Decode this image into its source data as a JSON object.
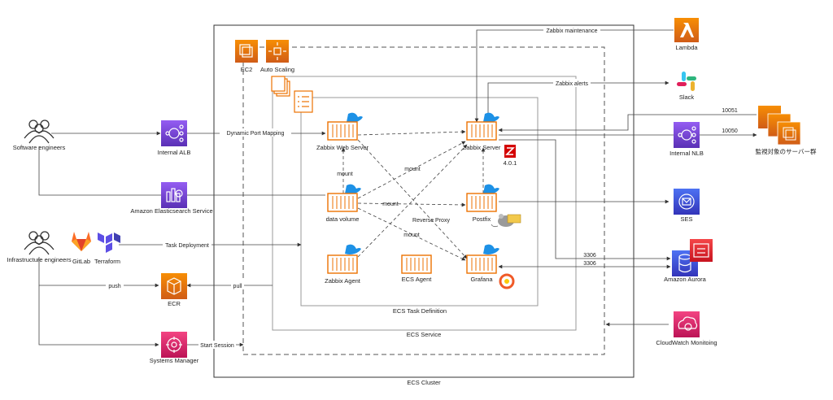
{
  "actors": {
    "software_engineers": "Software engineers",
    "infrastructure_engineers": "Infrastructure engineers",
    "gitlab": "GitLab",
    "terraform": "Terraform"
  },
  "services": {
    "internal_alb": "Internal ALB",
    "elasticsearch": "Amazon Elasticsearch Service",
    "ecr": "ECR",
    "systems_manager": "Systems Manager",
    "ec2": "EC2",
    "auto_scaling": "Auto Scaling",
    "lambda": "Lambda",
    "slack": "Slack",
    "internal_nlb": "Internal NLB",
    "monitored_servers": "監視対象のサーバー群",
    "ses": "SES",
    "aurora": "Amazon Aurora",
    "cloudwatch": "CloudWatch Monitoing"
  },
  "containers": {
    "zabbix_web": "Zabbix Web Server",
    "zabbix_server": "Zabbix Server",
    "zabbix_version": "4.0.1",
    "data_volume": "data volume",
    "postfix": "Postfix",
    "zabbix_agent": "Zabbix Agent",
    "ecs_agent": "ECS Agent",
    "grafana": "Grafana"
  },
  "groups": {
    "ecs_cluster": "ECS Cluster",
    "ecs_service": "ECS Service",
    "ecs_task_definition": "ECS Task Definition"
  },
  "edges": {
    "dynamic_port_mapping": "Dynamic Port Mapping",
    "task_deployment": "Task Deployment",
    "push": "push",
    "pull": "pull",
    "start_session": "Start Session",
    "zabbix_maintenance": "Zabbix maintenance",
    "zabbix_alerts": "Zabbix alerts",
    "port_10051": "10051",
    "port_10050": "10050",
    "port_3306_a": "3306",
    "port_3306_b": "3306",
    "mount_1": "mount",
    "mount_2": "mount",
    "mount_3": "mount",
    "mount_4": "mount",
    "reverse_proxy": "Reverse Proxy"
  },
  "colors": {
    "network": "#8c4fff",
    "storage": "#e7157b",
    "compute": "#ed7100",
    "app_integration": "#e7157b",
    "database": "#3b48cc",
    "management": "#e7157b",
    "zabbix_red": "#d40000"
  }
}
